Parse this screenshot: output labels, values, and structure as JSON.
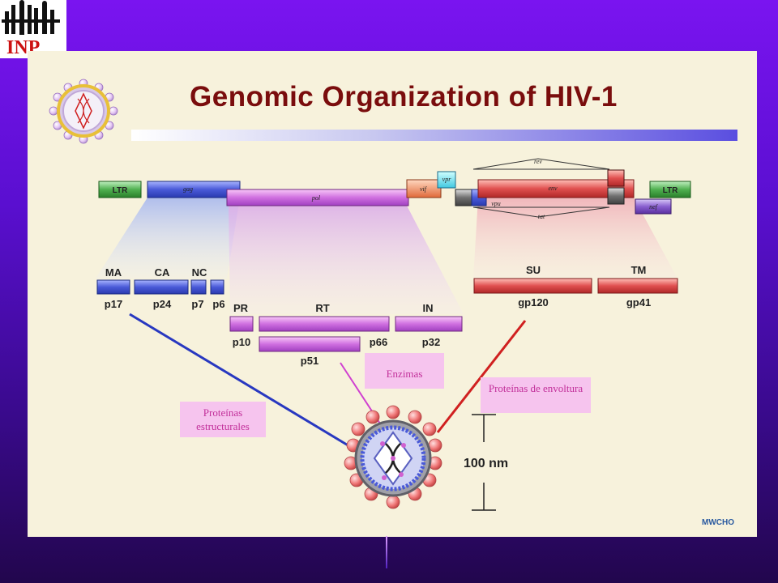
{
  "logo": {
    "text": "INP"
  },
  "title": "Genomic Organization of HIV-1",
  "genome": {
    "ltr_left": "LTR",
    "gag": "gag",
    "pol": "pol",
    "vif": "vif",
    "vpr": "vpr",
    "rev": "rev",
    "env": "env",
    "vpu": "vpu",
    "tat": "tat",
    "ltr_right": "LTR",
    "nef": "nef"
  },
  "proteins": {
    "ma": "MA",
    "ca": "CA",
    "nc": "NC",
    "p17": "p17",
    "p24": "p24",
    "p7": "p7",
    "p6": "p6",
    "pr": "PR",
    "rt": "RT",
    "in": "IN",
    "p10": "p10",
    "p66": "p66",
    "p32": "p32",
    "p51": "p51",
    "su": "SU",
    "tm": "TM",
    "gp120": "gp120",
    "gp41": "gp41"
  },
  "scale": "100 nm",
  "callouts": {
    "enzimas": "Enzimas",
    "envoltura": "Proteínas de envoltura",
    "estructurales": "Proteínas estructurales"
  },
  "credit": "MWCHO"
}
